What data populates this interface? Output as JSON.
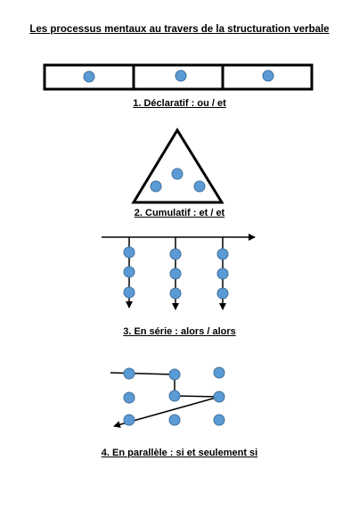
{
  "document": {
    "title": "Les processus mentaux au travers de la structuration verbale"
  },
  "sections": [
    {
      "caption": "1. Déclaratif : ou / et"
    },
    {
      "caption": "2. Cumulatif : et / et"
    },
    {
      "caption": "3. En série : alors / alors"
    },
    {
      "caption": "4. En parallèle : si et seulement si"
    }
  ],
  "colors": {
    "dot_fill": "#5b9bd5",
    "dot_stroke": "#41719c",
    "line": "#000000"
  }
}
